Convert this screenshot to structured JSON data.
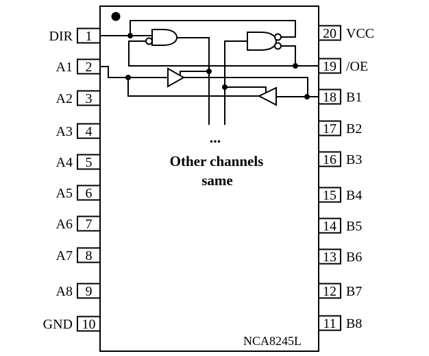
{
  "chip": {
    "name": "NCA8245L"
  },
  "pins": {
    "left": [
      {
        "label": "DIR",
        "number": "1"
      },
      {
        "label": "A1",
        "number": "2"
      },
      {
        "label": "A2",
        "number": "3"
      },
      {
        "label": "A3",
        "number": "4"
      },
      {
        "label": "A4",
        "number": "5"
      },
      {
        "label": "A5",
        "number": "6"
      },
      {
        "label": "A6",
        "number": "7"
      },
      {
        "label": "A7",
        "number": "8"
      },
      {
        "label": "A8",
        "number": "9"
      },
      {
        "label": "GND",
        "number": "10"
      }
    ],
    "right": [
      {
        "label": "VCC",
        "number": "20"
      },
      {
        "label": "/OE",
        "number": "19"
      },
      {
        "label": "B1",
        "number": "18"
      },
      {
        "label": "B2",
        "number": "17"
      },
      {
        "label": "B3",
        "number": "16"
      },
      {
        "label": "B4",
        "number": "15"
      },
      {
        "label": "B5",
        "number": "14"
      },
      {
        "label": "B6",
        "number": "13"
      },
      {
        "label": "B7",
        "number": "12"
      },
      {
        "label": "B8",
        "number": "11"
      }
    ]
  },
  "notes": {
    "ellipsis": "...",
    "other_channels": "Other channels",
    "same": "same"
  },
  "colors": {
    "line": "#000000",
    "text": "#000000",
    "background": "#ffffff"
  }
}
